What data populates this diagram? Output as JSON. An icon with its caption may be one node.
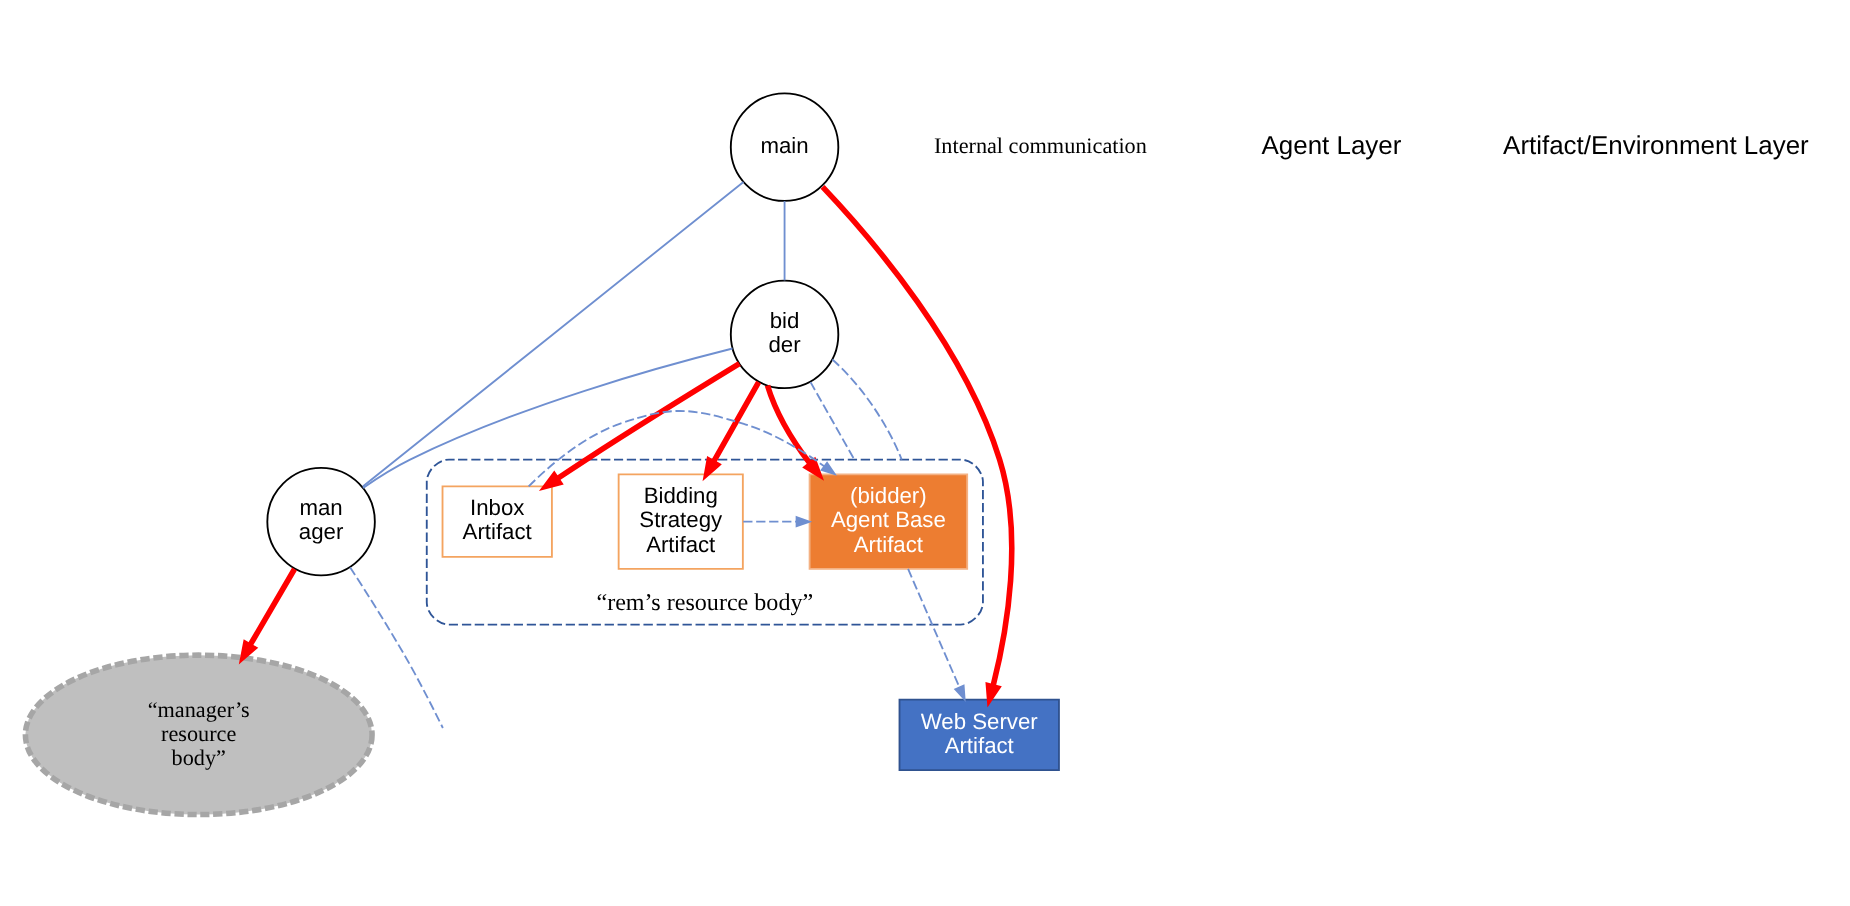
{
  "diagram": {
    "nodes": [
      {
        "text": [
          "main"
        ]
      },
      {
        "text": [
          "man ager"
        ]
      },
      {
        "text": [
          "bid der"
        ]
      },
      {
        "text": [
          "Web Server Artifact"
        ]
      },
      {
        "text": [
          "“rem’s resource body”"
        ]
      },
      {
        "text": [
          "(bidder) Agent Base Artifact"
        ],
        "in": 4
      },
      {
        "text": [
          "Bidding Strategy Artifact"
        ],
        "in": 4
      },
      {
        "text": [
          "Inbox Artifact"
        ],
        "in": 4
      },
      {
        "text": [
          "“manager’s resource body”"
        ]
      }
    ],
    "edges": [
      {
        "from": 0,
        "to": 1,
        "arrow": "none"
      },
      {
        "from": 0,
        "to": 2,
        "arrow": "none"
      },
      {
        "from": 2,
        "to": 1,
        "arrow": "none"
      },
      {
        "from": 1,
        "to": null,
        "arrow": "none",
        "style": "dashed"
      },
      {
        "from": 0,
        "to": 3,
        "arrow": "to",
        "style": "thick",
        "color": "#ff0000"
      },
      {
        "from": 1,
        "to": 8,
        "arrow": "to",
        "style": "thick",
        "color": "#ff0000"
      },
      {
        "from": 2,
        "to": 5,
        "arrow": "to",
        "style": "thick",
        "color": "#ff0000"
      },
      {
        "from": 2,
        "to": 6,
        "arrow": "to",
        "style": "thick",
        "color": "#ff0000"
      },
      {
        "from": 2,
        "to": 7,
        "arrow": "to",
        "style": "thick",
        "color": "#ff0000"
      },
      {
        "from": 6,
        "to": 5,
        "arrow": "to",
        "style": "dashed"
      },
      {
        "from": 7,
        "to": 5,
        "arrow": "to",
        "style": "dashed"
      },
      {
        "from": 5,
        "to": 3,
        "arrow": "to",
        "style": "dashed"
      },
      {
        "from": 2,
        "to": 4,
        "arrow": "none",
        "style": "dashed"
      },
      {
        "from": 2,
        "to": 4,
        "arrow": "none",
        "style": "dashed"
      }
    ],
    "labels": [
      "Internal communication",
      "Agent Layer",
      "Artifact/Environment Layer"
    ]
  }
}
